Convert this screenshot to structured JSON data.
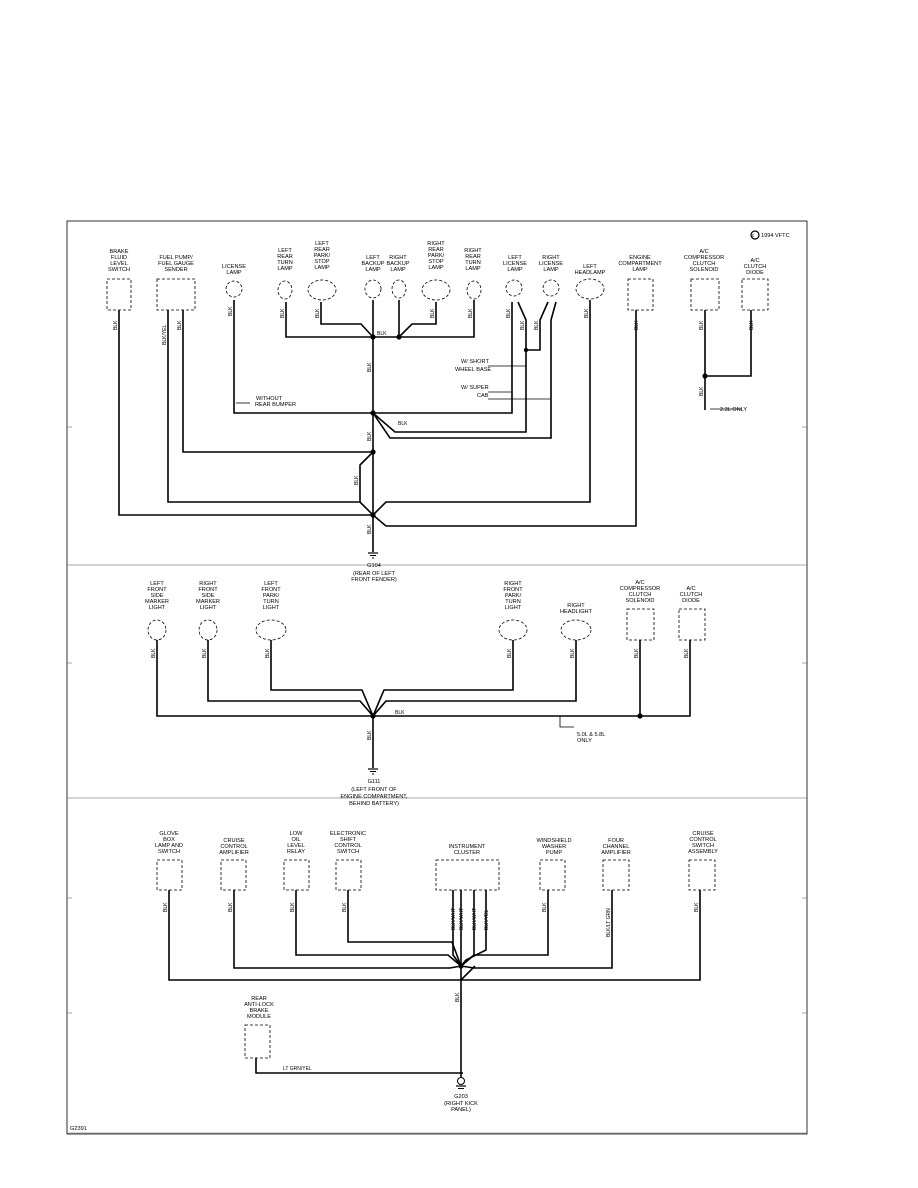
{
  "copyright": "1994 VFTC",
  "figure_number": "G2391",
  "colors": {
    "ink": "#000000",
    "background": "#ffffff"
  },
  "icons": [
    "ground-symbol",
    "splice-dot",
    "lamp-socket",
    "dashed-component-box"
  ],
  "section1": {
    "components": [
      {
        "id": "brake-fluid-switch",
        "label": [
          "BRAKE",
          "FLUID",
          "LEVEL",
          "SWITCH"
        ],
        "wires": [
          "BLK"
        ]
      },
      {
        "id": "fuel-pump-sender",
        "label": [
          "FUEL PUMP/",
          "FUEL GAUGE",
          "SENDER"
        ],
        "wires": [
          "BLK/YEL",
          "BLK"
        ]
      },
      {
        "id": "license-lamp",
        "label": [
          "LICENSE",
          "LAMP"
        ],
        "wires": [
          "BLK"
        ]
      },
      {
        "id": "left-rear-turn",
        "label": [
          "LEFT",
          "REAR",
          "TURN",
          "LAMP"
        ],
        "wires": [
          "BLK"
        ]
      },
      {
        "id": "left-rear-park",
        "label": [
          "LEFT",
          "REAR",
          "PARK/",
          "STOP",
          "LAMP"
        ],
        "wires": [
          "BLK"
        ]
      },
      {
        "id": "left-backup",
        "label": [
          "LEFT",
          "BACKUP",
          "LAMP"
        ],
        "wires": [
          "BLK"
        ]
      },
      {
        "id": "right-backup",
        "label": [
          "RIGHT",
          "BACKUP",
          "LAMP"
        ],
        "wires": [
          "BLK"
        ]
      },
      {
        "id": "right-rear-park",
        "label": [
          "RIGHT",
          "REAR",
          "PARK/",
          "STOP",
          "LAMP"
        ],
        "wires": [
          "BLK"
        ]
      },
      {
        "id": "right-rear-turn",
        "label": [
          "RIGHT",
          "REAR",
          "TURN",
          "LAMP"
        ],
        "wires": [
          "BLK"
        ]
      },
      {
        "id": "left-license",
        "label": [
          "LEFT",
          "LICENSE",
          "LAMP"
        ],
        "wires": [
          "BLK",
          "BLK"
        ]
      },
      {
        "id": "right-license",
        "label": [
          "RIGHT",
          "LICENSE",
          "LAMP"
        ],
        "wires": [
          "BLK"
        ]
      },
      {
        "id": "left-headlamp",
        "label": [
          "LEFT",
          "HEADLAMP"
        ],
        "wires": [
          "BLK"
        ]
      },
      {
        "id": "engine-compartment-lamp",
        "label": [
          "ENGINE",
          "COMPARTMENT",
          "LAMP"
        ],
        "wires": [
          "BLK"
        ]
      },
      {
        "id": "ac-solenoid-1",
        "label": [
          "A/C",
          "COMPRESSOR",
          "CLUTCH",
          "SOLENOID"
        ],
        "wires": [
          "BLK"
        ]
      },
      {
        "id": "ac-diode-1",
        "label": [
          "A/C",
          "CLUTCH",
          "DIODE"
        ],
        "wires": [
          "BLK"
        ]
      }
    ],
    "notes": {
      "without_rear_bumper": [
        "WITHOUT",
        "REAR BUMPER"
      ],
      "short_wheel_base": [
        "W/ SHORT",
        "WHEEL BASE"
      ],
      "super_cab": [
        "W/ SUPER",
        "CAB"
      ],
      "engine_23": "2.3L ONLY"
    },
    "wire_labels": {
      "trunk": "BLK",
      "lower_trunk": "BLK",
      "branch_a": "BLK",
      "branch_b": "BLK",
      "branch_c": "BLK",
      "ac_trunk": "BLK"
    },
    "ground": {
      "name": "G104",
      "location": [
        "(REAR OF LEFT",
        "FRONT FENDER)"
      ]
    }
  },
  "section2": {
    "components": [
      {
        "id": "left-front-side-marker",
        "label": [
          "LEFT",
          "FRONT",
          "SIDE",
          "MARKER",
          "LIGHT"
        ],
        "wires": [
          "BLK"
        ]
      },
      {
        "id": "right-front-side-marker",
        "label": [
          "RIGHT",
          "FRONT",
          "SIDE",
          "MARKER",
          "LIGHT"
        ],
        "wires": [
          "BLK"
        ]
      },
      {
        "id": "left-front-park-turn",
        "label": [
          "LEFT",
          "FRONT",
          "PARK/",
          "TURN",
          "LIGHT"
        ],
        "wires": [
          "BLK"
        ]
      },
      {
        "id": "right-front-park-turn",
        "label": [
          "RIGHT",
          "FRONT",
          "PARK/",
          "TURN",
          "LIGHT"
        ],
        "wires": [
          "BLK"
        ]
      },
      {
        "id": "right-headlight",
        "label": [
          "RIGHT",
          "HEADLIGHT"
        ],
        "wires": [
          "BLK"
        ]
      },
      {
        "id": "ac-solenoid-2",
        "label": [
          "A/C",
          "COMPRESSOR",
          "CLUTCH",
          "SOLENOID"
        ],
        "wires": [
          "BLK"
        ]
      },
      {
        "id": "ac-diode-2",
        "label": [
          "A/C",
          "CLUTCH",
          "DIODE"
        ],
        "wires": [
          "BLK"
        ]
      }
    ],
    "notes": {
      "engine_50_58": [
        "5.0L & 5.8L",
        "ONLY"
      ]
    },
    "wire_labels": {
      "bus": "BLK",
      "trunk": "BLK"
    },
    "ground": {
      "name": "G111",
      "location": [
        "(LEFT FRONT OF",
        "ENGINE COMPARTMENT,",
        "BEHIND BATTERY)"
      ]
    }
  },
  "section3": {
    "components": [
      {
        "id": "glove-box-lamp",
        "label": [
          "GLOVE",
          "BOX",
          "LAMP AND",
          "SWITCH"
        ],
        "wires": [
          "BLK"
        ]
      },
      {
        "id": "cruise-amplifier",
        "label": [
          "CRUISE",
          "CONTROL",
          "AMPLIFIER"
        ],
        "wires": [
          "BLK"
        ]
      },
      {
        "id": "low-oil-relay",
        "label": [
          "LOW",
          "OIL",
          "LEVEL",
          "RELAY"
        ],
        "wires": [
          "BLK"
        ]
      },
      {
        "id": "electronic-shift-switch",
        "label": [
          "ELECTRONIC",
          "SHIFT",
          "CONTROL",
          "SWITCH"
        ],
        "wires": [
          "BLK"
        ]
      },
      {
        "id": "instrument-cluster",
        "label": [
          "INSTRUMENT",
          "CLUSTER"
        ],
        "wires": [
          "BLK/WHT",
          "BLK/WHT",
          "BLK/WHT",
          "BLK/YEL"
        ]
      },
      {
        "id": "washer-pump",
        "label": [
          "WINDSHIELD",
          "WASHER",
          "PUMP"
        ],
        "wires": [
          "BLK"
        ]
      },
      {
        "id": "four-channel-amp",
        "label": [
          "FOUR",
          "CHANNEL",
          "AMPLIFIER"
        ],
        "wires": [
          "BLK/LT GRN"
        ]
      },
      {
        "id": "cruise-switch",
        "label": [
          "CRUISE",
          "CONTROL",
          "SWITCH",
          "ASSEMBLY"
        ],
        "wires": [
          "BLK"
        ]
      },
      {
        "id": "abs-module",
        "label": [
          "REAR",
          "ANTI-LOCK",
          "BRAKE",
          "MODULE"
        ],
        "wires": [
          "LT GRN/YEL"
        ]
      }
    ],
    "wire_labels": {
      "trunk": "BLK"
    },
    "ground": {
      "name": "G203",
      "location": [
        "(RIGHT KICK",
        "PANEL)"
      ]
    }
  }
}
